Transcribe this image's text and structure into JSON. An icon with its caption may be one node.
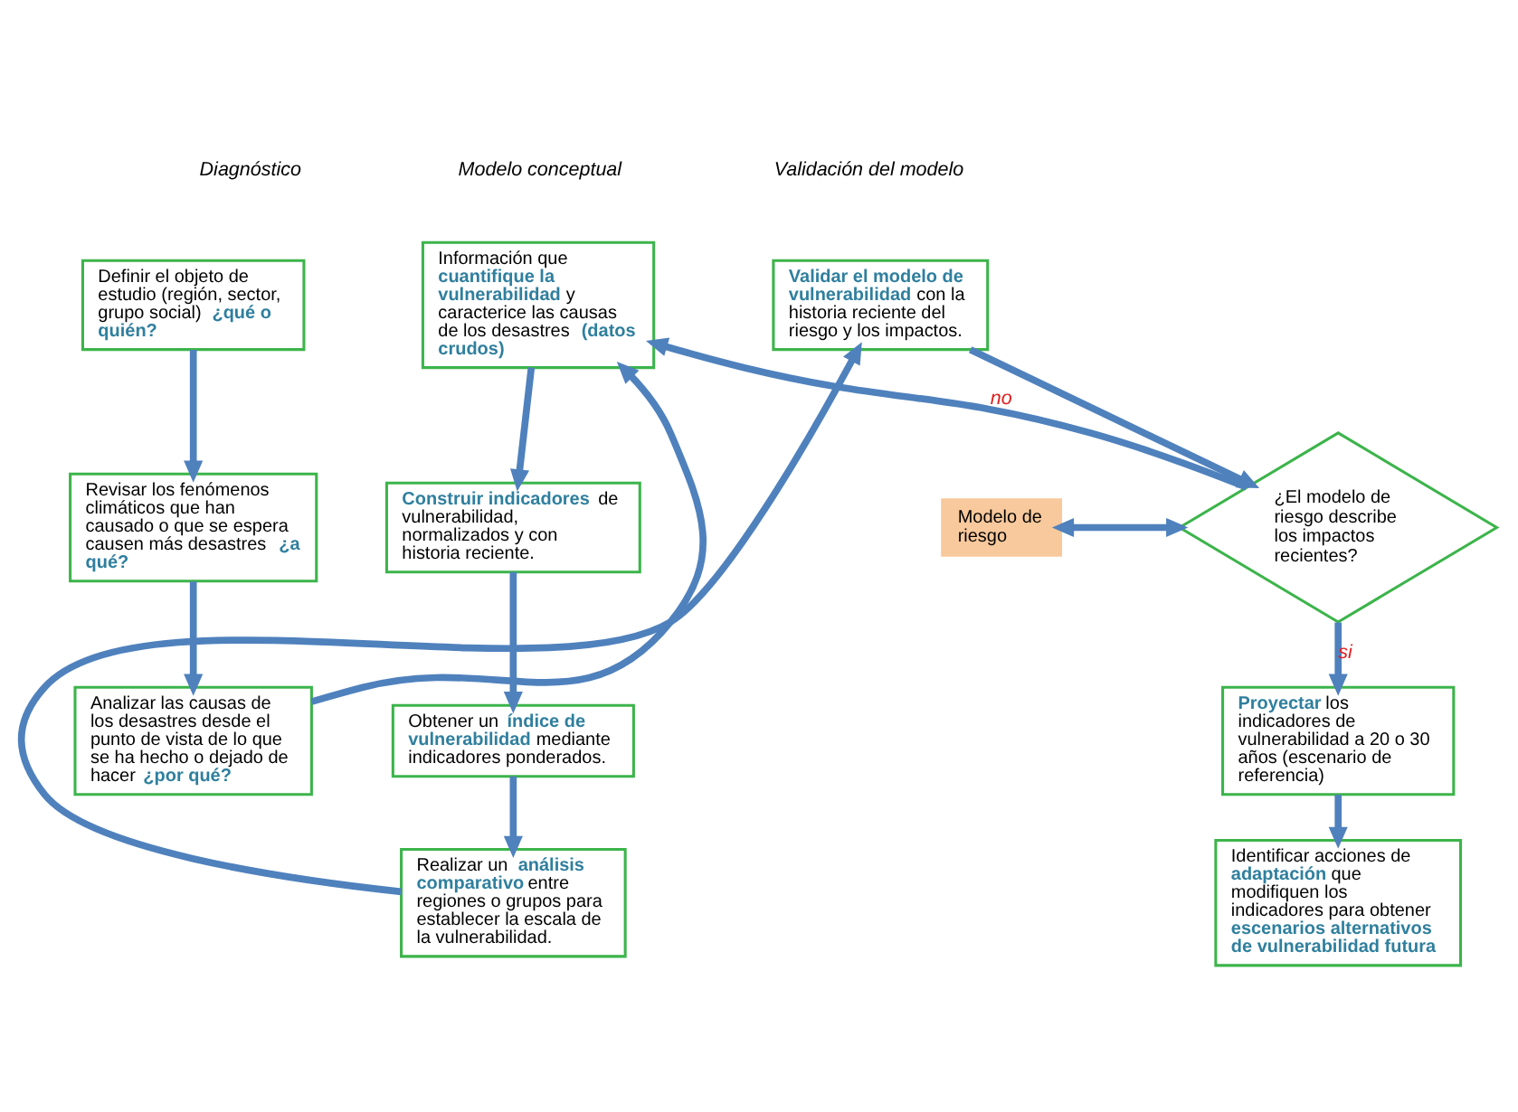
{
  "diagram": {
    "nodes": [
      {
        "text": [
          "Definir el objeto de estudio (región, sector, grupo social) **¿qué o quién?**"
        ]
      },
      {
        "text": [
          "Revisar los fenómenos climáticos que han causado o que se espera causen más desastres **¿a qué?**"
        ]
      },
      {
        "text": [
          "Analizar las causas de los desastres desde el punto de vista de lo que se ha hecho o dejado de hacer **¿por qué?**"
        ]
      },
      {
        "text": [
          "Información que **cuantifique la vulnerabilidad** y caracterice las causas de los desastres **(datos crudos)**"
        ]
      },
      {
        "text": [
          "**Construir indicadores** de vulnerabilidad, normalizados y con historia reciente."
        ]
      },
      {
        "text": [
          "Obtener un **índice de vulnerabilidad** mediante indicadores ponderados."
        ]
      },
      {
        "text": [
          "Realizar un **análisis comparativo** entre regiones o grupos para establecer la escala de la vulnerabilidad."
        ]
      },
      {
        "text": [
          "**Validar el modelo de vulnerabilidad** con la historia reciente del riesgo y los impactos."
        ]
      },
      {
        "text": [
          "Modelo de riesgo"
        ]
      },
      {
        "text": [
          "¿El modelo de riesgo describe los impactos recientes?"
        ]
      },
      {
        "text": [
          "**Proyectar** los indicadores de vulnerabilidad a 20 o 30 años (escenario de referencia)"
        ]
      },
      {
        "text": [
          "Identificar acciones de **adaptación** que modifiquen los indicadores para obtener **escenarios alternativos de vulnerabilidad futura**"
        ]
      }
    ],
    "edges": [
      {
        "from": 0,
        "to": 1,
        "arrow": "to"
      },
      {
        "from": 1,
        "to": 2,
        "arrow": "to"
      },
      {
        "from": 2,
        "to": 3,
        "arrow": "to"
      },
      {
        "from": 3,
        "to": 4,
        "arrow": "to"
      },
      {
        "from": 4,
        "to": 5,
        "arrow": "to"
      },
      {
        "from": 5,
        "to": 6,
        "arrow": "to"
      },
      {
        "from": 6,
        "to": 7,
        "arrow": "to"
      },
      {
        "from": 7,
        "to": 9,
        "arrow": "to"
      },
      {
        "from": 8,
        "to": 9,
        "arrow": "both"
      },
      {
        "from": 9,
        "to": 3,
        "arrow": "to",
        "label": "no"
      },
      {
        "from": 9,
        "to": 10,
        "arrow": "to",
        "label": "si"
      },
      {
        "from": 10,
        "to": 11,
        "arrow": "to"
      }
    ],
    "labels": [
      "Diagnóstico",
      "Modelo conceptual",
      "Validación del modelo"
    ]
  }
}
